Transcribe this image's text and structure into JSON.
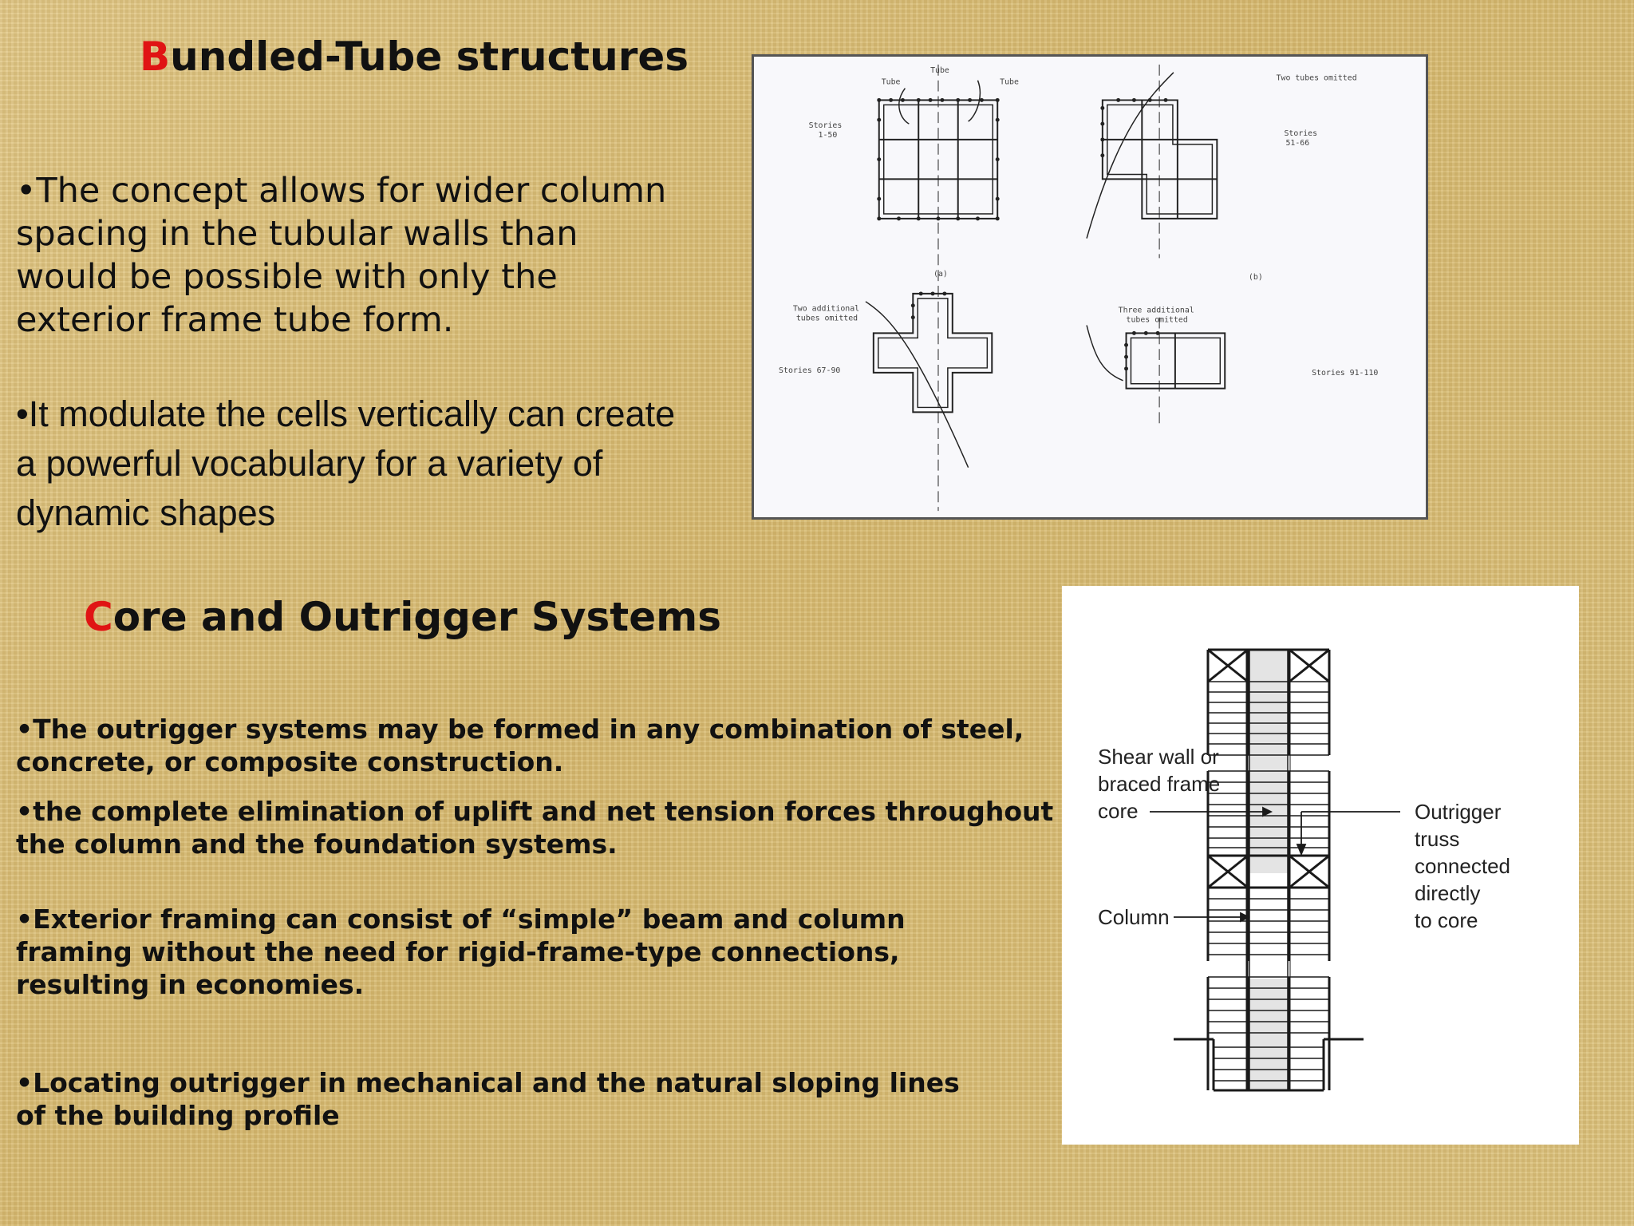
{
  "bundled_tube": {
    "title_first": "B",
    "title_rest": "undled-Tube structures",
    "bullet1": "•The concept allows for wider column spacing in the tubular walls than would be possible with only the exterior frame tube form.",
    "bullet2": "•It modulate the cells vertically can create a powerful vocabulary for a variety of dynamic shapes"
  },
  "core_outrigger": {
    "title_first": "C",
    "title_rest": "ore and Outrigger Systems",
    "bullets": [
      "•The outrigger systems may be formed in any combination of steel, concrete, or composite construction.",
      "•the complete elimination of uplift and net tension forces throughout the column and the foundation systems.",
      "•Exterior framing can consist of “simple” beam and column framing without the need for rigid-frame-type connections, resulting in economies.",
      "•Locating outrigger in mechanical and the natural sloping lines of the building profile"
    ]
  },
  "figure_outrigger": {
    "label_shear_line1": "Shear wall or",
    "label_shear_line2": "braced frame",
    "label_shear_line3": "core",
    "label_column": "Column",
    "label_outrigger_line1": "Outrigger",
    "label_outrigger_line2": "truss",
    "label_outrigger_line3": "connected",
    "label_outrigger_line4": "directly",
    "label_outrigger_line5": "to core"
  },
  "figure_bundled": {
    "tube_a": "Tube",
    "tube_b": "Tube",
    "tube_top": "Tube",
    "stories_1": "Stories",
    "stories_1_range": "1-50",
    "two_tubes": "Two tubes omitted",
    "stories_2": "Stories",
    "stories_2_range": "51-66",
    "caption_a": "(a)",
    "caption_b": "(b)",
    "two_additional_1": "Two additional",
    "two_additional_2": "tubes omitted",
    "three_additional_1": "Three additional",
    "three_additional_2": "tubes omitted",
    "stories_3": "Stories 67-90",
    "stories_4": "Stories 91-110"
  }
}
